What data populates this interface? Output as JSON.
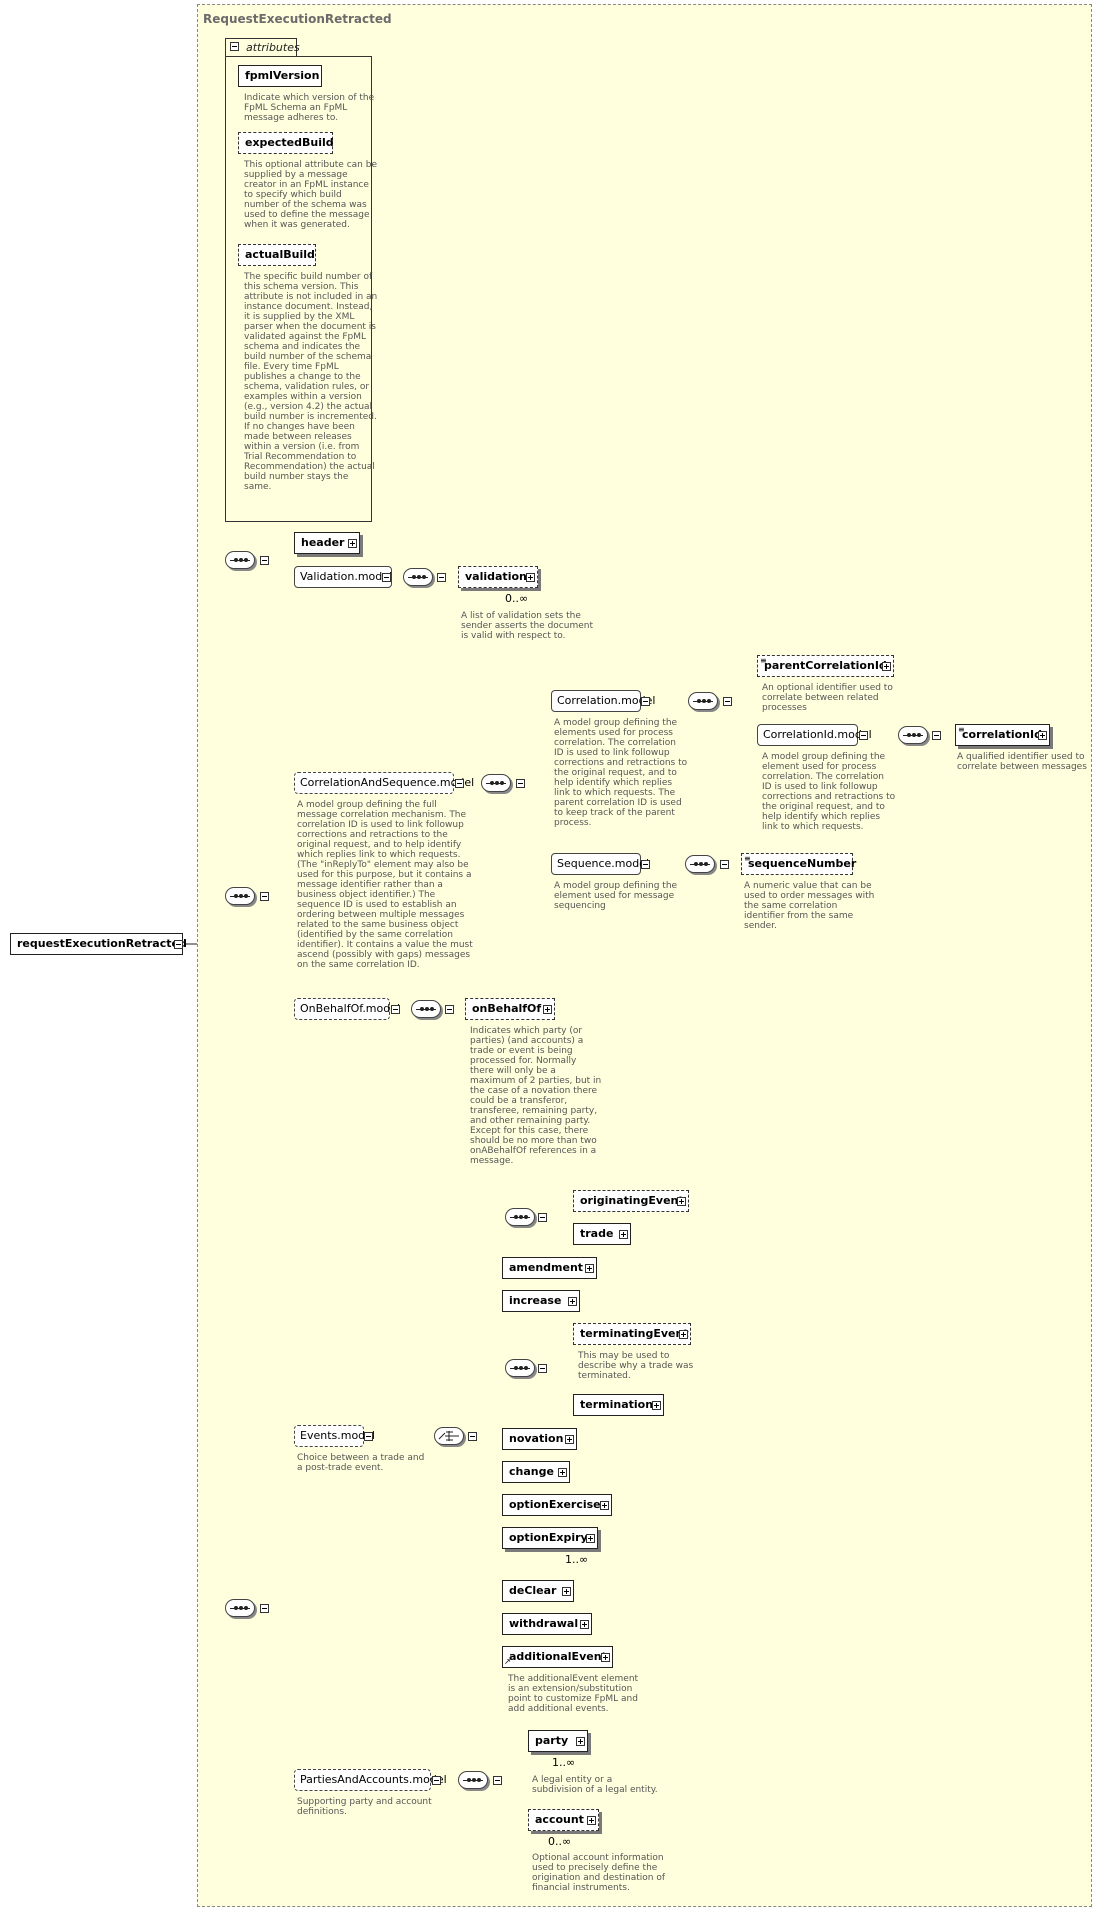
{
  "diagram": {
    "title": "RequestExecutionRetracted",
    "root": "requestExecutionRetracted",
    "attributes_tab": "attributes",
    "attributes": [
      {
        "name": "fpmlVersion",
        "doc": [
          "Indicate which version of the",
          "FpML Schema an FpML",
          "message adheres to."
        ]
      },
      {
        "name": "expectedBuild",
        "doc": [
          "This optional attribute can be",
          "supplied by a message",
          "creator in an FpML instance",
          "to specify which build",
          "number of the schema was",
          "used to define the message",
          "when it was generated."
        ]
      },
      {
        "name": "actualBuild",
        "doc": [
          "The specific build number of",
          "this schema version. This",
          "attribute is not included in an",
          "instance document. Instead,",
          "it is supplied by the XML",
          "parser when the document is",
          "validated against the FpML",
          "schema and indicates the",
          "build number of the schema",
          "file. Every time FpML",
          "publishes a change to the",
          "schema, validation rules, or",
          "examples within a version",
          "(e.g., version 4.2) the actual",
          "build number is incremented.",
          "If no changes have been",
          "made between releases",
          "within a version (i.e. from",
          "Trial Recommendation to",
          "Recommendation) the actual",
          "build number stays the",
          "same."
        ]
      }
    ],
    "elements": {
      "header": "header",
      "validation_model": "Validation.model",
      "validation": "validation",
      "validation_card": "0..∞",
      "validation_doc": [
        "A list of validation sets the",
        "sender asserts the document",
        "is valid with respect to."
      ],
      "corr_seq_model": "CorrelationAndSequence.model",
      "corr_seq_doc": [
        "A model group defining the full",
        "message correlation mechanism. The",
        "correlation ID is used to link followup",
        "corrections and retractions to the",
        "original request, and to help identify",
        "which replies link to which requests.",
        "(The \"inReplyTo\" element may also be",
        "used for this purpose, but it contains a",
        "message identifier rather than a",
        "business object identifier.) The",
        "sequence ID is used to establish an",
        "ordering between multiple messages",
        "related to the same business object",
        "(identified by the same correlation",
        "identifier). It contains a value the must",
        "ascend (possibly with gaps) messages",
        "on the same correlation ID."
      ],
      "correlation_model": "Correlation.model",
      "correlation_doc": [
        "A model group defining the",
        "elements used for process",
        "correlation. The correlation",
        "ID is used to link followup",
        "corrections and retractions to",
        "the original request, and to",
        "help identify which replies",
        "link to which requests. The",
        "parent correlation ID is used",
        "to keep track of the parent",
        "process."
      ],
      "parent_correlation_id": "parentCorrelationId",
      "parent_doc": [
        "An optional identifier used to",
        "correlate between related",
        "processes"
      ],
      "correlation_id_model": "CorrelationId.model",
      "correlation_id_model_doc": [
        "A model group defining the",
        "element used for process",
        "correlation. The correlation",
        "ID is used to link followup",
        "corrections and retractions to",
        "the original request, and to",
        "help identify which replies",
        "link to which requests."
      ],
      "correlation_id": "correlationId",
      "correlation_id_doc": [
        "A qualified identifier used to",
        "correlate between messages"
      ],
      "sequence_model": "Sequence.model",
      "sequence_model_doc": [
        "A model group defining the",
        "element used for message",
        "sequencing"
      ],
      "sequence_number": "sequenceNumber",
      "sequence_number_doc": [
        "A numeric value that can be",
        "used to order messages with",
        "the same correlation",
        "identifier from the same",
        "sender."
      ],
      "on_behalf_of_model": "OnBehalfOf.model",
      "on_behalf_of": "onBehalfOf",
      "on_behalf_of_doc": [
        "Indicates which party (or",
        "parties) (and accounts) a",
        "trade or event is being",
        "processed for. Normally",
        "there will only be a",
        "maximum of 2 parties, but in",
        "the case of a novation there",
        "could be a transferor,",
        "transferee, remaining party,",
        "and other remaining party.",
        "Except for this case, there",
        "should be no more than two",
        "onABehalfOf references in a",
        "message."
      ],
      "events_model": "Events.model",
      "events_doc": [
        "Choice between a trade and",
        "a post-trade event."
      ],
      "originating_event": "originatingEvent",
      "trade": "trade",
      "amendment": "amendment",
      "increase": "increase",
      "terminating_event": "terminatingEvent",
      "terminating_doc": [
        "This may be used to",
        "describe why a trade was",
        "terminated."
      ],
      "termination": "termination",
      "novation": "novation",
      "change": "change",
      "option_exercise": "optionExercise",
      "option_expiry": "optionExpiry",
      "option_expiry_card": "1..∞",
      "de_clear": "deClear",
      "withdrawal": "withdrawal",
      "additional_event": "additionalEvent",
      "additional_event_doc": [
        "The additionalEvent element",
        "is an extension/substitution",
        "point to customize FpML and",
        "add additional events."
      ],
      "parties_model": "PartiesAndAccounts.model",
      "parties_doc": [
        "Supporting party and account",
        "definitions."
      ],
      "party": "party",
      "party_card": "1..∞",
      "party_doc": [
        "A legal entity or a",
        "subdivision of a legal entity."
      ],
      "account": "account",
      "account_card": "0..∞",
      "account_doc": [
        "Optional account information",
        "used to precisely define the",
        "origination and destination of",
        "financial instruments."
      ]
    }
  }
}
